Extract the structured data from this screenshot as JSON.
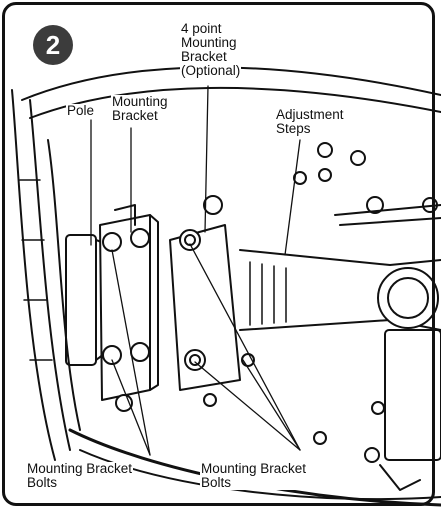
{
  "step_badge": "2",
  "labels": {
    "optional_bracket": [
      "4 point",
      "Mounting",
      "Bracket",
      "(Optional)"
    ],
    "pole": "Pole",
    "mounting_bracket": [
      "Mounting",
      "Bracket"
    ],
    "adjustment_steps": [
      "Adjustment",
      "Steps"
    ],
    "bracket_bolts_left": [
      "Mounting Bracket",
      "Bolts"
    ],
    "bracket_bolts_right": [
      "Mounting Bracket",
      "Bolts"
    ]
  },
  "colors": {
    "line": "#111111",
    "badge": "#3c3c3c",
    "background": "#ffffff"
  }
}
